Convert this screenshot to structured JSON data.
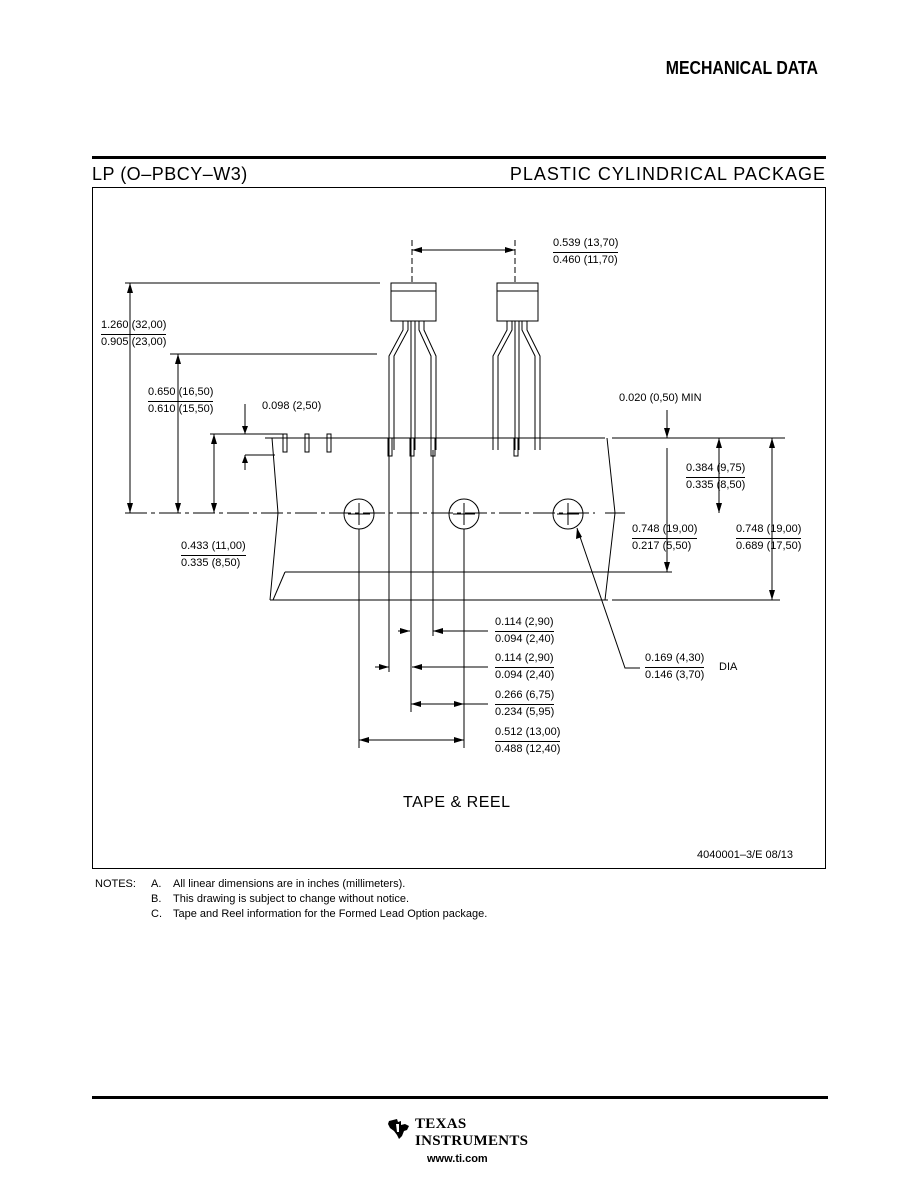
{
  "header": {
    "title": "MECHANICAL DATA"
  },
  "package": {
    "code": "LP (O–PBCY–W3)",
    "description": "PLASTIC CYLINDRICAL PACKAGE"
  },
  "dimensions": {
    "lead_pitch": {
      "top": "0.539 (13,70)",
      "bottom": "0.460 (11,70)"
    },
    "overall_height": {
      "top": "1.260 (32,00)",
      "bottom": "0.905 (23,00)"
    },
    "lead_height": {
      "top": "0.650 (16,50)",
      "bottom": "0.610 (15,50)"
    },
    "standoff": {
      "value": "0.098 (2,50)"
    },
    "min_clearance": {
      "value": "0.020 (0,50) MIN"
    },
    "hole_offset": {
      "top": "0.384 (9,75)",
      "bottom": "0.335 (8,50)"
    },
    "hole_to_lead": {
      "top": "0.433 (11,00)",
      "bottom": "0.335 (8,50)"
    },
    "tape_width_a": {
      "top": "0.748 (19,00)",
      "bottom": "0.217 (5,50)"
    },
    "tape_width_b": {
      "top": "0.748 (19,00)",
      "bottom": "0.689 (17,50)"
    },
    "lead_spacing_1": {
      "top": "0.114 (2,90)",
      "bottom": "0.094 (2,40)"
    },
    "lead_spacing_2": {
      "top": "0.114 (2,90)",
      "bottom": "0.094 (2,40)"
    },
    "component_pitch": {
      "top": "0.266 (6,75)",
      "bottom": "0.234 (5,95)"
    },
    "hole_pitch": {
      "top": "0.512 (13,00)",
      "bottom": "0.488 (12,40)"
    },
    "hole_dia": {
      "top": "0.169 (4,30)",
      "bottom": "0.146 (3,70)",
      "suffix": "DIA"
    }
  },
  "drawing": {
    "label": "TAPE & REEL",
    "number": "4040001–3/E   08/13"
  },
  "notes": {
    "heading": "NOTES:",
    "items": [
      {
        "letter": "A.",
        "text": "All linear dimensions are in inches (millimeters)."
      },
      {
        "letter": "B.",
        "text": "This drawing is subject to change without notice."
      },
      {
        "letter": "C.",
        "text": "Tape and Reel information for the Formed Lead Option package."
      }
    ]
  },
  "footer": {
    "brand_line1": "TEXAS",
    "brand_line2": "INSTRUMENTS",
    "website": "www.ti.com"
  }
}
